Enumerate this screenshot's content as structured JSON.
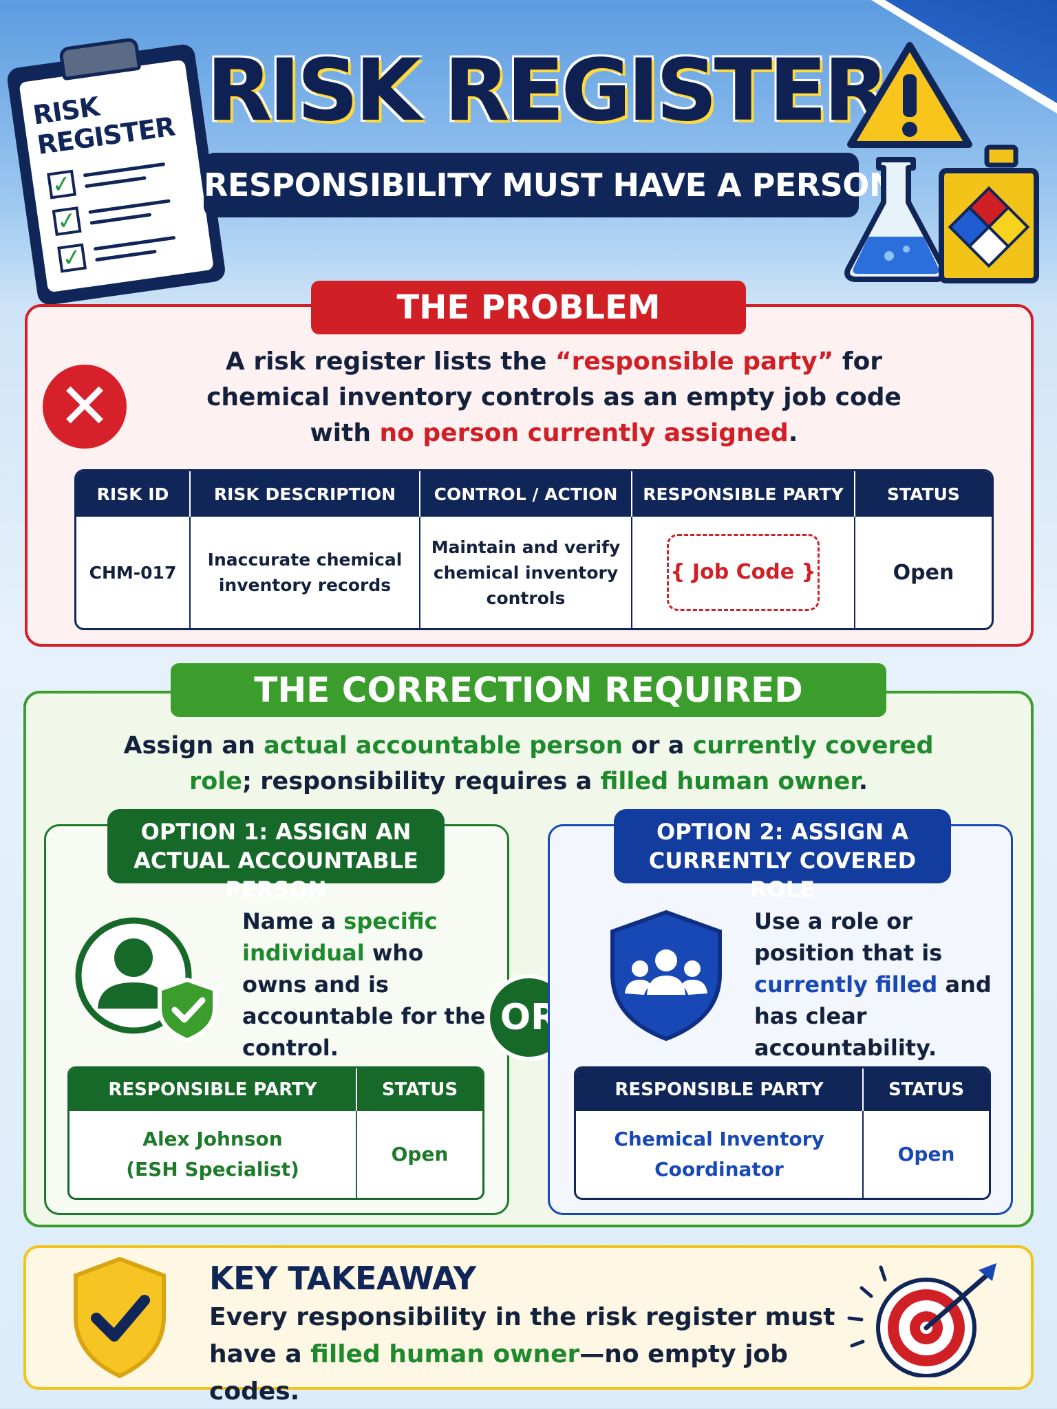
{
  "header": {
    "title": "RISK REGISTER",
    "subtitle": "RESPONSIBILITY MUST HAVE A PERSON",
    "clipboard_title_line1": "RISK",
    "clipboard_title_line2": "REGISTER"
  },
  "problem": {
    "banner": "THE PROBLEM",
    "text_1": "A risk register lists the ",
    "text_highlight_1": "“responsible party”",
    "text_2": " for chemical inventory controls as an empty job code with ",
    "text_highlight_2": "no person currently assigned",
    "text_3": ".",
    "table": {
      "headers": [
        "RISK ID",
        "RISK DESCRIPTION",
        "CONTROL / ACTION",
        "RESPONSIBLE PARTY",
        "STATUS"
      ],
      "row": {
        "risk_id": "CHM-017",
        "description": "Inaccurate chemical inventory records",
        "control": "Maintain and verify chemical inventory controls",
        "responsible": "{ Job Code }",
        "status": "Open"
      }
    }
  },
  "correction": {
    "banner": "THE CORRECTION REQUIRED",
    "text_1": "Assign an ",
    "text_h1": "actual accountable person",
    "text_2": " or a ",
    "text_h2": "currently covered role",
    "text_3": "; responsibility requires a ",
    "text_h3": "filled human owner",
    "text_4": ".",
    "or_label": "OR",
    "option1": {
      "banner_line1": "OPTION 1: ASSIGN AN",
      "banner_line2": "ACTUAL ACCOUNTABLE PERSON",
      "text_1": "Name a ",
      "text_h1": "specific individual",
      "text_2": " who owns and is accountable for the control.",
      "table_headers": [
        "RESPONSIBLE PARTY",
        "STATUS"
      ],
      "responsible_line1": "Alex Johnson",
      "responsible_line2": "(ESH Specialist)",
      "status": "Open"
    },
    "option2": {
      "banner_line1": "OPTION 2: ASSIGN A",
      "banner_line2": "CURRENTLY COVERED ROLE",
      "text_1": "Use a role or position that is ",
      "text_h1": "currently filled",
      "text_2": " and has clear accountability.",
      "table_headers": [
        "RESPONSIBLE PARTY",
        "STATUS"
      ],
      "responsible_line1": "Chemical Inventory",
      "responsible_line2": "Coordinator",
      "status": "Open"
    }
  },
  "takeaway": {
    "title": "KEY TAKEAWAY",
    "text_1": "Every responsibility in the risk register must have a ",
    "text_h1": "filled human owner",
    "text_2": "—no empty job codes."
  },
  "colors": {
    "navy": "#102558",
    "red": "#d11f26",
    "green": "#3a9d2c",
    "dark_green": "#17692a",
    "blue": "#1748b6",
    "yellow": "#f2c318"
  },
  "icons": [
    "clipboard-icon",
    "warning-icon",
    "flask-icon",
    "chemical-jug-icon",
    "x-icon",
    "person-shield-icon",
    "group-shield-icon",
    "check-shield-icon",
    "target-icon"
  ]
}
